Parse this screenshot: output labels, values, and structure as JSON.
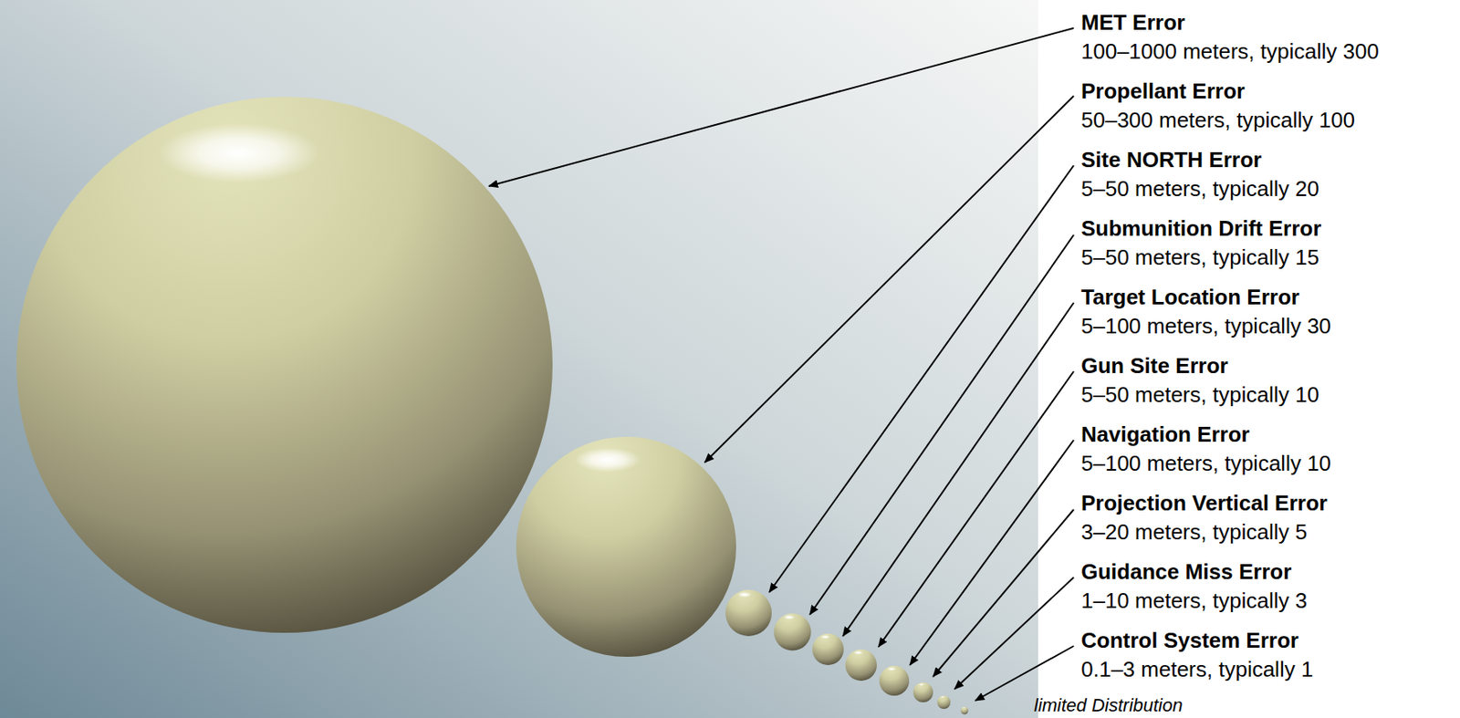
{
  "diagram": {
    "labels": [
      "MET Error",
      "100–1000 meters, typically 300",
      "Propellant Error",
      "50–300 meters, typically 100",
      "Site NORTH Error",
      "5–50 meters, typically 20",
      "Submunition Drift Error",
      "5–50 meters, typically 15",
      "Target Location Error",
      "5–100 meters, typically 30",
      "Gun Site Error",
      "5–50 meters, typically 10",
      "Navigation Error",
      "5–100 meters, typically 10",
      "Projection Vertical Error",
      "3–20 meters, typically 5",
      "Guidance Miss Error",
      "1–10 meters, typically 3",
      "Control System Error",
      "0.1–3 meters, typically 1",
      "limited Distribution"
    ]
  }
}
